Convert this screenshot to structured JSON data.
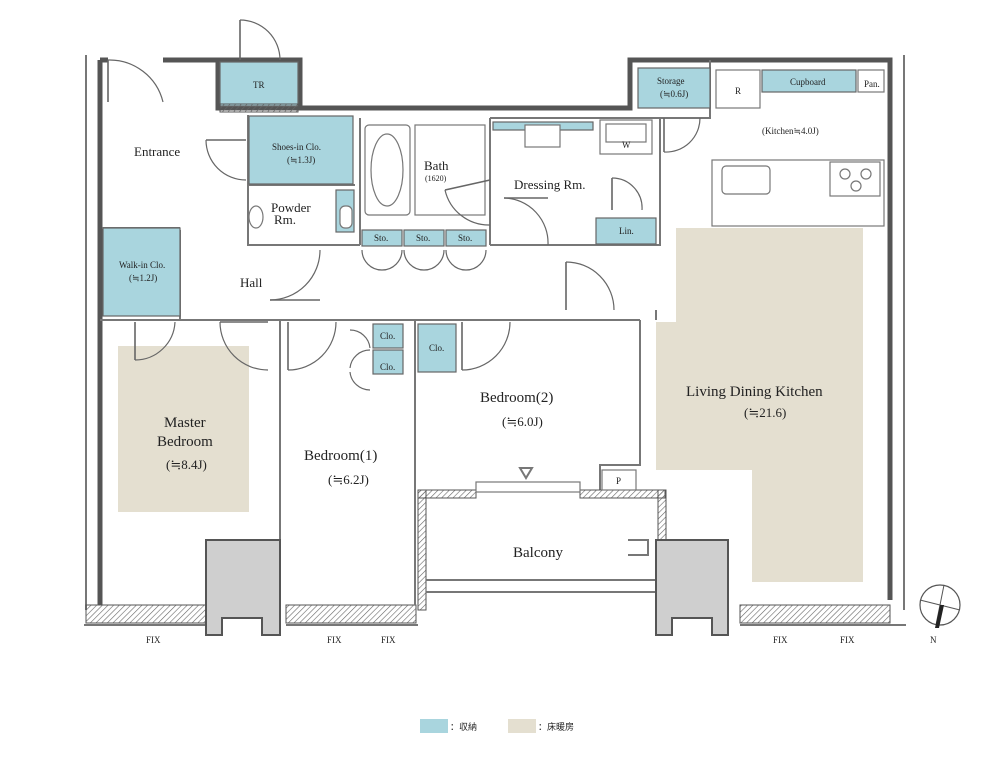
{
  "rooms": {
    "entrance": "Entrance",
    "hall": "Hall",
    "tr": "TR",
    "shoes_in_clo": "Shoes-in Clo.",
    "shoes_in_clo_size": "(≒1.3J)",
    "bath": "Bath",
    "bath_size": "(1620)",
    "powder_rm_1": "Powder",
    "powder_rm_2": "Rm.",
    "dressing_rm": "Dressing Rm.",
    "storage": "Storage",
    "storage_size": "(≒0.6J)",
    "w": "W",
    "lin": "Lin.",
    "r": "R",
    "cupboard": "Cupboard",
    "pan": "Pan.",
    "kitchen": "(Kitchen≒4.0J)",
    "walk_in_clo": "Walk-in Clo.",
    "walk_in_clo_size": "(≒1.2J)",
    "sto_1": "Sto.",
    "sto_2": "Sto.",
    "sto_3": "Sto.",
    "master_bedroom_1": "Master",
    "master_bedroom_2": "Bedroom",
    "master_bedroom_size": "(≒8.4J)",
    "bedroom1": "Bedroom(1)",
    "bedroom1_size": "(≒6.2J)",
    "clo_1": "Clo.",
    "clo_2": "Clo.",
    "clo_3": "Clo.",
    "bedroom2": "Bedroom(2)",
    "bedroom2_size": "(≒6.0J)",
    "ldk": "Living Dining Kitchen",
    "ldk_size": "(≒21.6)",
    "balcony": "Balcony",
    "p": "P"
  },
  "fix_labels": [
    "FIX",
    "FIX",
    "FIX",
    "FIX",
    "FIX"
  ],
  "compass": {
    "label": "N"
  },
  "legend": {
    "storage_label": "：収納",
    "storage_color": "#a9d5de",
    "heating_label": "：床暖房",
    "heating_color": "#e4dfd0"
  },
  "colors": {
    "storage": "#a9d5de",
    "floor_heating": "#e4dfd0",
    "wall": "#555555",
    "pillar": "#cfcfcf"
  }
}
